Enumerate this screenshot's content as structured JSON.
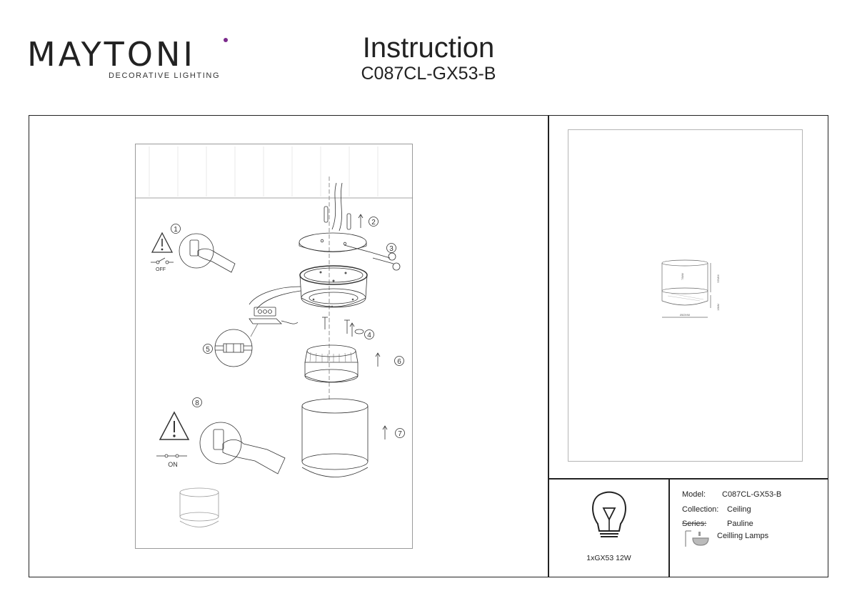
{
  "brand": {
    "name": "MAYTONI",
    "tagline": "DECORATIVE LIGHTING",
    "accent_color": "#7b2a8c"
  },
  "document": {
    "title": "Instruction",
    "model_code": "C087CL-GX53-B"
  },
  "assembly": {
    "steps": [
      {
        "number": "1",
        "switch_state": "OFF"
      },
      {
        "number": "2"
      },
      {
        "number": "3"
      },
      {
        "number": "4"
      },
      {
        "number": "5"
      },
      {
        "number": "6"
      },
      {
        "number": "7"
      },
      {
        "number": "8",
        "switch_state": "ON"
      }
    ],
    "icons": [
      "warning-triangle-icon",
      "switch-icon",
      "hand-icon",
      "scissors-icon",
      "screwdriver-icon",
      "rotate-arrow-icon"
    ]
  },
  "dimensions": {
    "diameter": "Ø82MM",
    "height": "55MM",
    "body_height": "70MM",
    "flange": "10MM"
  },
  "lamp": {
    "icon": "light-bulb-icon",
    "spec": "1xGX53 12W"
  },
  "specs": {
    "model_label": "Model:",
    "model_value": "C087CL-GX53-B",
    "collection_label": "Collection:",
    "collection_value": "Ceiling",
    "series_label": "Series:",
    "series_value": "Pauline",
    "category_icon": "ceiling-lamp-icon",
    "category": "Ceilling Lamps"
  }
}
